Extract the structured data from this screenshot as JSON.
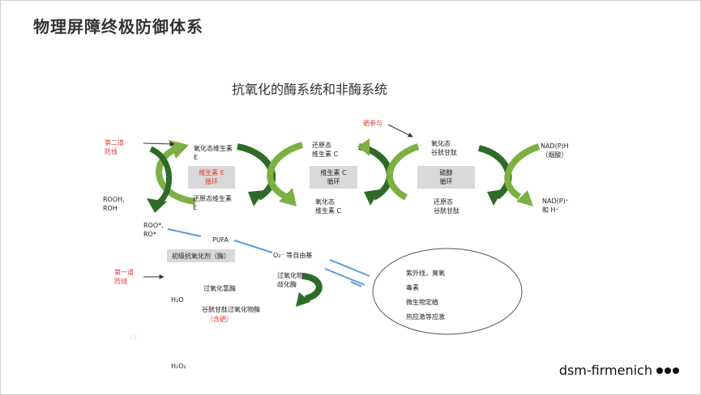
{
  "slide": {
    "title": "物理屏障终极防御体系",
    "subtitle": "抗氧化的酶系统和非酶系统"
  },
  "labels": {
    "second_defense": "第二道\n防线",
    "first_defense": "第一道\n防线",
    "selenium": "硒参与",
    "oxidized_vit_e": "氧化态维生素\nE",
    "reduced_vit_e": "还原态维生素\nE",
    "vit_e_cycle": "维生素 E\n循环",
    "reduced_vit_c": "还原态\n维生素 C",
    "oxidized_vit_c": "氧化态\n维生素 C",
    "vit_c_cycle": "维生素 C\n循环",
    "oxidized_gsh": "氧化态\n谷胱甘肽",
    "reduced_gsh": "还原态\n谷胱甘肽",
    "thiol_cycle": "硫醇\n循环",
    "nadph": "NAD(P)H\n（烟酸）",
    "nadp": "NAD(P)⁺\n和 H⁺",
    "rooh": "ROOH,\nROH",
    "roo": "ROO*,\nRO*",
    "pufa": "PUFA",
    "primary_antioxidant": "初级抗氧化剂（酶）",
    "o2_radicals": "O₂⁻ 等自由基",
    "superoxide_dismutase": "过氧化物\n歧化酶",
    "catalase": "过氧化氢酶",
    "gsh_peroxidase": "谷胱甘肽过氧化物酶",
    "contains_selenium": "（含硒）",
    "h2o": "H₂O",
    "h2o2": "H₂O₂",
    "page_number": "25"
  },
  "sources": [
    "紫外线，臭氧",
    "毒素",
    "微生物定植",
    "热应激等应激"
  ],
  "brand": {
    "name": "dsm-firmenich"
  },
  "colors": {
    "green_light": "#7db043",
    "green_dark": "#2f6b28",
    "arrow_blue": "#5b9bd5",
    "red": "#e23a2c"
  }
}
